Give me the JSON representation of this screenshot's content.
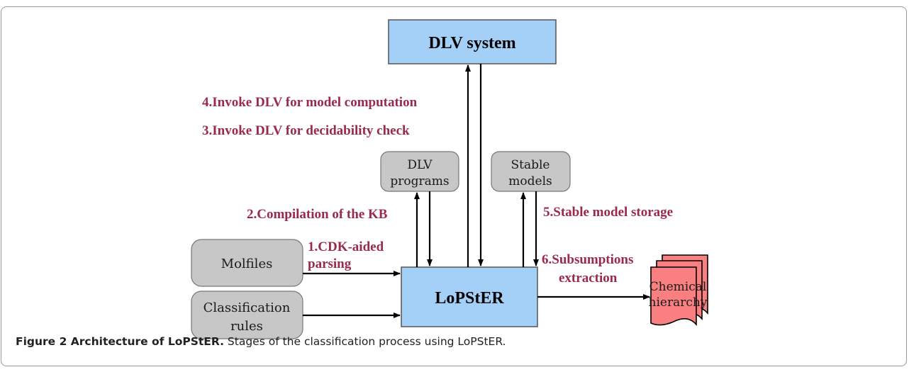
{
  "nodes": {
    "dlv_system": "DLV system",
    "lopster": "LoPStER",
    "dlv_programs": [
      "DLV",
      "programs"
    ],
    "stable_models": [
      "Stable",
      "models"
    ],
    "molfiles": "Molfiles",
    "classification_rules": [
      "Classification",
      "rules"
    ],
    "chemical_hierarchy": [
      "Chemical",
      "hierarchy"
    ]
  },
  "steps": {
    "step1": [
      "1.CDK-aided",
      "parsing"
    ],
    "step2": "2.Compilation of the KB",
    "step3": "3.Invoke DLV for decidability check",
    "step4": "4.Invoke DLV for model computation",
    "step5": "5.Stable model storage",
    "step6": [
      "6.Subsumptions",
      "extraction"
    ]
  },
  "caption": {
    "label": "Figure 2 Architecture of LoPStER.",
    "text": " Stages of the classification process using LoPStER."
  },
  "colors": {
    "main_box": "#a4cff7",
    "gray_box": "#c7c7c7",
    "document": "#fa7f80",
    "step_label": "#9a2a4a"
  }
}
